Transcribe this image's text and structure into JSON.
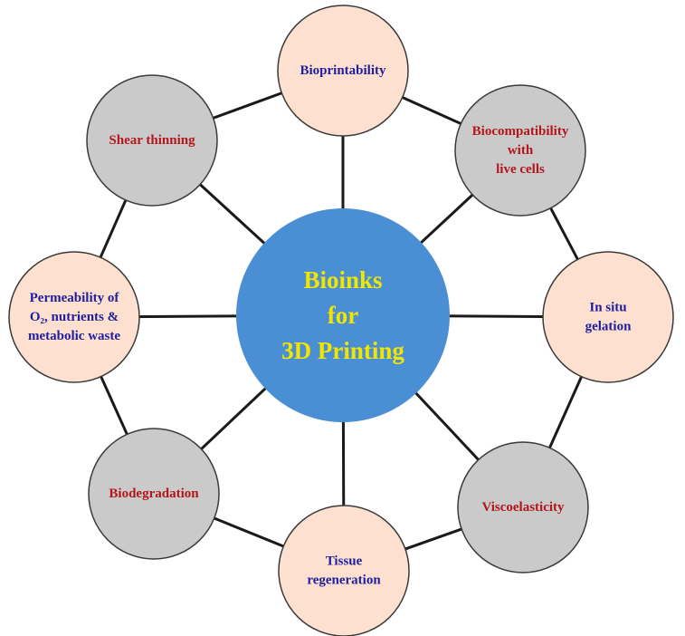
{
  "center": {
    "lines": [
      "Bioinks",
      "for",
      "3D Printing"
    ],
    "fill": "#4a8fd4",
    "text_color": "#f2e600"
  },
  "colors": {
    "peach": "#fde0cf",
    "gray": "#cacaca",
    "blue_text": "#1f1f9e",
    "red_text": "#b3161b",
    "edge": "#1a1a1a"
  },
  "nodes": [
    {
      "id": "bioprintability",
      "lines": [
        "Bioprintability"
      ],
      "fill": "peach",
      "text": "blue_text"
    },
    {
      "id": "biocompatibility",
      "lines": [
        "Biocompatibility",
        "with",
        "live cells"
      ],
      "fill": "gray",
      "text": "red_text"
    },
    {
      "id": "in-situ-gelation",
      "lines": [
        "In situ",
        "gelation"
      ],
      "fill": "peach",
      "text": "blue_text"
    },
    {
      "id": "viscoelasticity",
      "lines": [
        "Viscoelasticity"
      ],
      "fill": "gray",
      "text": "red_text"
    },
    {
      "id": "tissue-regeneration",
      "lines": [
        "Tissue",
        "regeneration"
      ],
      "fill": "peach",
      "text": "blue_text"
    },
    {
      "id": "biodegradation",
      "lines": [
        "Biodegradation"
      ],
      "fill": "gray",
      "text": "red_text"
    },
    {
      "id": "permeability",
      "lines": [
        "Permeability of",
        "O₂, nutrients &",
        "metabolic waste"
      ],
      "fill": "peach",
      "text": "blue_text"
    },
    {
      "id": "shear-thinning",
      "lines": [
        "Shear thinning"
      ],
      "fill": "gray",
      "text": "red_text"
    }
  ]
}
